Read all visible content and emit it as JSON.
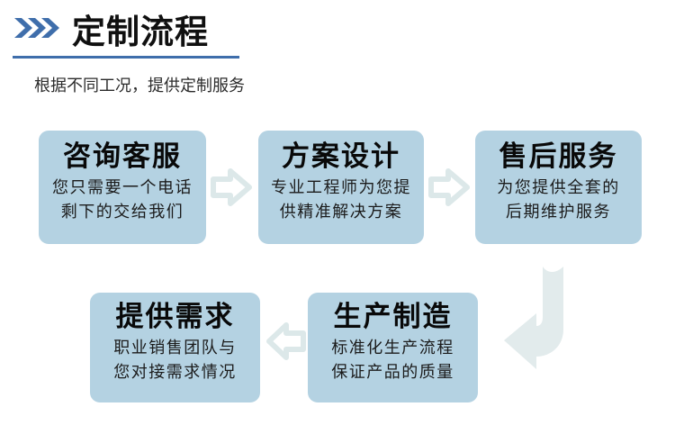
{
  "header": {
    "icon": "triple-chevron-right-icon",
    "title": "定制流程",
    "subtitle": "根据不同工况，提供定制服务",
    "accent_color": "#3f6eab",
    "title_color": "#101010",
    "subtitle_color": "#2b2b2b"
  },
  "flow": {
    "card_bg_color": "#b4d2e2",
    "arrow_color": "#e2ebec",
    "steps": [
      {
        "id": "step-1",
        "title": "咨询客服",
        "lines": [
          "您只需要一个电话",
          "剩下的交给我们"
        ]
      },
      {
        "id": "step-2",
        "title": "方案设计",
        "lines": [
          "专业工程师为您提",
          "供精准解决方案"
        ]
      },
      {
        "id": "step-3",
        "title": "售后服务",
        "lines": [
          "为您提供全套的",
          "后期维护服务"
        ]
      },
      {
        "id": "step-4",
        "title": "提供需求",
        "lines": [
          "职业销售团队与",
          "您对接需求情况"
        ]
      },
      {
        "id": "step-5",
        "title": "生产制造",
        "lines": [
          "标准化生产流程",
          "保证产品的质量"
        ]
      }
    ],
    "connectors": [
      {
        "id": "connector-1",
        "icon": "arrow-right-icon",
        "direction": "right"
      },
      {
        "id": "connector-2",
        "icon": "arrow-right-icon",
        "direction": "right"
      },
      {
        "id": "connector-3",
        "icon": "arrow-left-icon",
        "direction": "left"
      },
      {
        "id": "connector-4",
        "icon": "arrow-elbow-down-left-icon",
        "direction": "down-left"
      }
    ]
  }
}
